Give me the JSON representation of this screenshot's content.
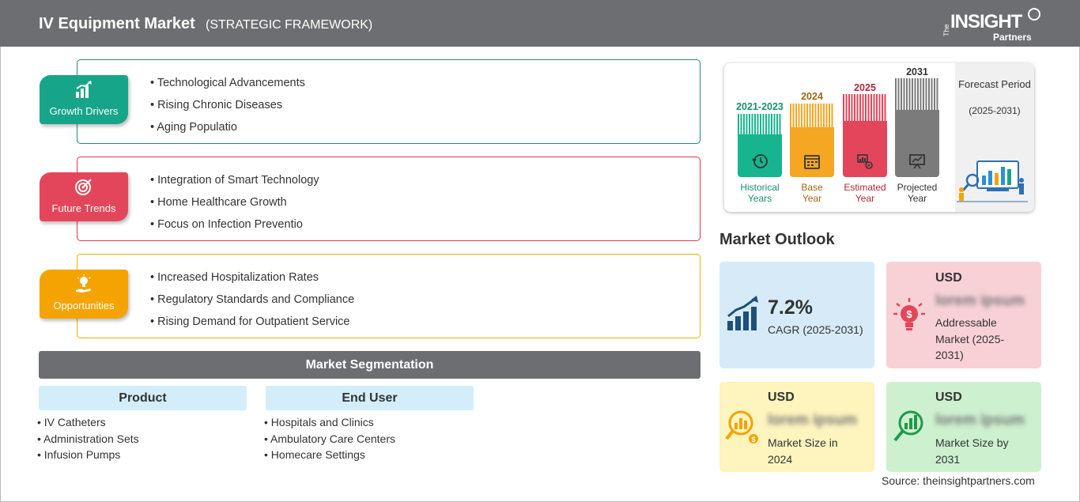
{
  "header": {
    "title": "IV Equipment Market",
    "subtitle": "(STRATEGIC FRAMEWORK)",
    "logo_the": "The",
    "logo_insight": "INSIGHT",
    "logo_partners": "Partners"
  },
  "framework": {
    "growth_drivers": {
      "label": "Growth Drivers",
      "color": "#17a589",
      "icon": "bar-chart-growth-icon",
      "items": [
        "Technological Advancements",
        "Rising Chronic Diseases",
        "Aging Populatio"
      ]
    },
    "future_trends": {
      "label": "Future Trends",
      "color": "#e3465a",
      "icon": "target-icon",
      "items": [
        "Integration of Smart Technology",
        "Home Healthcare Growth",
        "Focus on Infection Preventio"
      ]
    },
    "opportunities": {
      "label": "Opportunities",
      "color": "#f5a300",
      "icon": "lightbulb-hand-icon",
      "items": [
        "Increased Hospitalization Rates",
        "Regulatory Standards and Compliance",
        "Rising Demand for Outpatient Service"
      ]
    }
  },
  "segmentation": {
    "title": "Market Segmentation",
    "product": {
      "heading": "Product",
      "items": [
        "IV Catheters",
        "Administration Sets",
        "Infusion Pumps"
      ]
    },
    "end_user": {
      "heading": "End User",
      "items": [
        "Hospitals and Clinics",
        "Ambulatory Care Centers",
        "Homecare Settings"
      ]
    }
  },
  "timeline": {
    "forecast_label": "Forecast Period",
    "forecast_range": "(2025-2031)",
    "bars": [
      {
        "year": "2021-2023",
        "label_line1": "Historical",
        "label_line2": "Years",
        "color": "#17b58f",
        "year_color": "#1a8f6e"
      },
      {
        "year": "2024",
        "label_line1": "Base",
        "label_line2": "Year",
        "color": "#f5a623",
        "year_color": "#9b6a12"
      },
      {
        "year": "2025",
        "label_line1": "Estimated",
        "label_line2": "Year",
        "color": "#e3465a",
        "year_color": "#b3283a"
      },
      {
        "year": "2031",
        "label_line1": "Projected",
        "label_line2": "Year",
        "color": "#7b7b7b",
        "year_color": "#333333"
      }
    ]
  },
  "outlook": {
    "title": "Market Outlook",
    "cagr_value": "7.2%",
    "cagr_label": "CAGR (2025-2031)",
    "addressable": {
      "currency": "USD",
      "value": "lorem ipsum",
      "label_line1": "Addressable",
      "label_line2": "Market (2025-",
      "label_line3": "2031)"
    },
    "size_2024": {
      "currency": "USD",
      "value": "lorem ipsum",
      "label_line1": "Market Size in",
      "label_line2": "2024"
    },
    "size_2031": {
      "currency": "USD",
      "value": "lorem ipsum",
      "label_line1": "Market Size by",
      "label_line2": "2031"
    }
  },
  "source": "Source: theinsightpartners.com"
}
